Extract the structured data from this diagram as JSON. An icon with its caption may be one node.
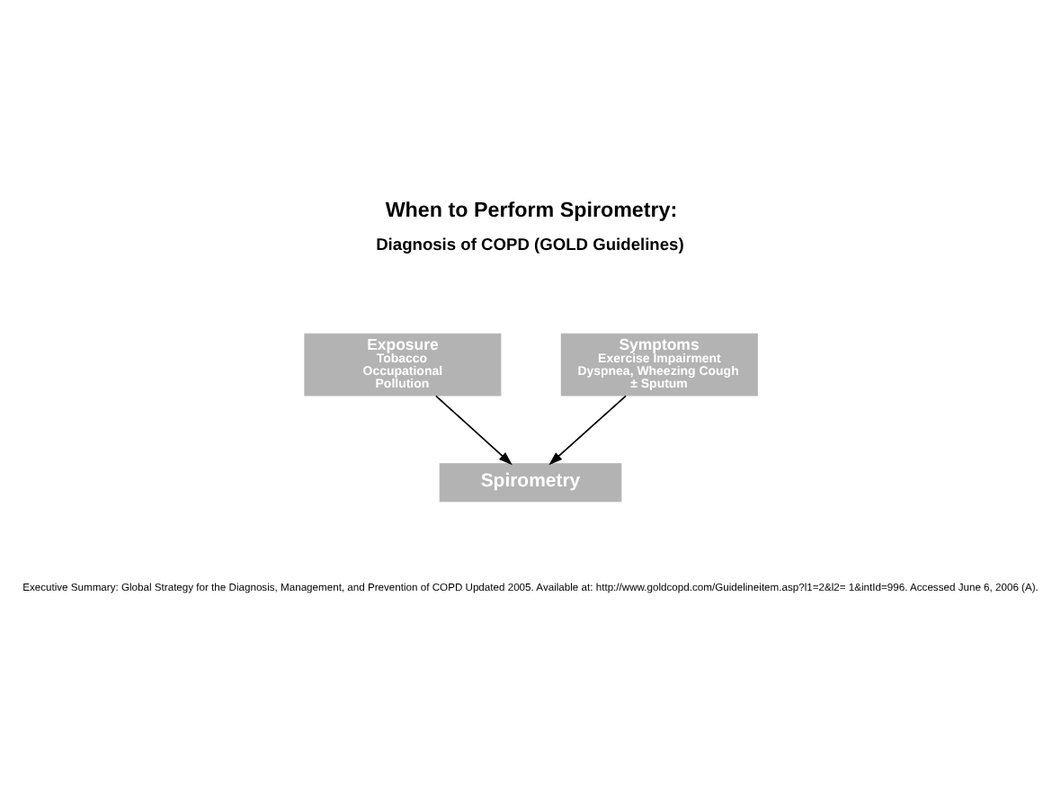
{
  "diagram": {
    "title": "When to Perform Spirometry:",
    "nodes": [
      {
        "text": [
          "Exposure",
          "Tobacco",
          "Occupational",
          "Pollution"
        ]
      },
      {
        "text": [
          "Symptoms",
          "Exercise Impairment",
          "Dyspnea, Wheezing Cough",
          "± Sputum"
        ]
      },
      {
        "text": [
          "Spirometry"
        ]
      }
    ],
    "edges": [
      {
        "from": 0,
        "to": 2,
        "arrow": "to"
      },
      {
        "from": 1,
        "to": 2,
        "arrow": "to"
      }
    ],
    "labels": [
      "Diagnosis of COPD (GOLD Guidelines)"
    ],
    "caption": "Executive Summary: Global Strategy for the Diagnosis, Management, and Prevention of COPD Updated 2005. Available at: http://www.goldcopd.com/Guidelineitem.asp?l1=2&l2= 1&intId=996. Accessed June 6, 2006 (A)."
  }
}
